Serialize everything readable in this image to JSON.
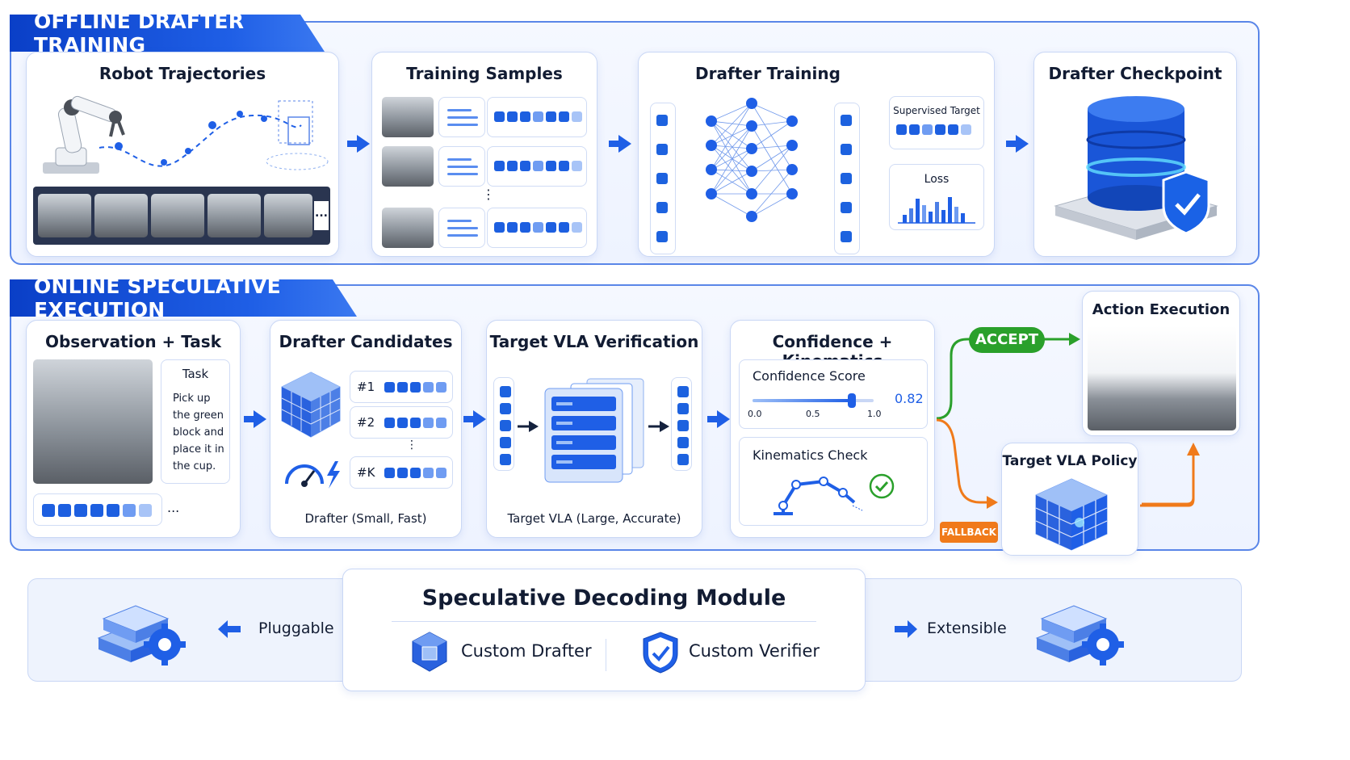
{
  "offline": {
    "banner": "OFFLINE DRAFTER TRAINING",
    "robot_trajectories": {
      "title": "Robot Trajectories"
    },
    "training_samples": {
      "title": "Training Samples",
      "ellipsis": "⋮"
    },
    "drafter_training": {
      "title": "Drafter Training",
      "supervised_target": "Supervised Target",
      "loss": "Loss"
    },
    "drafter_checkpoint": {
      "title": "Drafter Checkpoint"
    },
    "filmstrip_ellipsis": "..."
  },
  "online": {
    "banner": "ONLINE SPECULATIVE EXECUTION",
    "observation": {
      "title": "Observation + Task",
      "task_label": "Task",
      "task_text_lines": [
        "Pick up",
        "the green",
        "block and",
        "place it in",
        "the cup."
      ],
      "ellipsis": "..."
    },
    "drafter_candidates": {
      "title": "Drafter Candidates",
      "candidates": [
        "#1",
        "#2",
        "#K"
      ],
      "ellipsis_mid": "⋮",
      "caption": "Drafter (Small, Fast)"
    },
    "target_verification": {
      "title": "Target VLA Verification",
      "caption": "Target VLA (Large, Accurate)"
    },
    "confidence": {
      "title": "Confidence + Kinematics",
      "score_label": "Confidence Score",
      "score_value": "0.82",
      "score_fraction": 0.82,
      "ticks": [
        "0.0",
        "0.5",
        "1.0"
      ],
      "kinematics_label": "Kinematics Check"
    },
    "accept_label": "ACCEPT",
    "fallback_label": "FALLBACK",
    "action_execution": {
      "title": "Action Execution"
    },
    "target_policy": {
      "title": "Target VLA Policy"
    }
  },
  "module": {
    "title": "Speculative Decoding Module",
    "custom_drafter": "Custom Drafter",
    "custom_verifier": "Custom Verifier",
    "pluggable": "Pluggable",
    "extensible": "Extensible"
  },
  "colors": {
    "accent_blue": "#1f5fe6",
    "accept_green": "#2aa02b",
    "fallback_orange": "#f07a1a",
    "banner_blue": "#0a3fc7"
  }
}
